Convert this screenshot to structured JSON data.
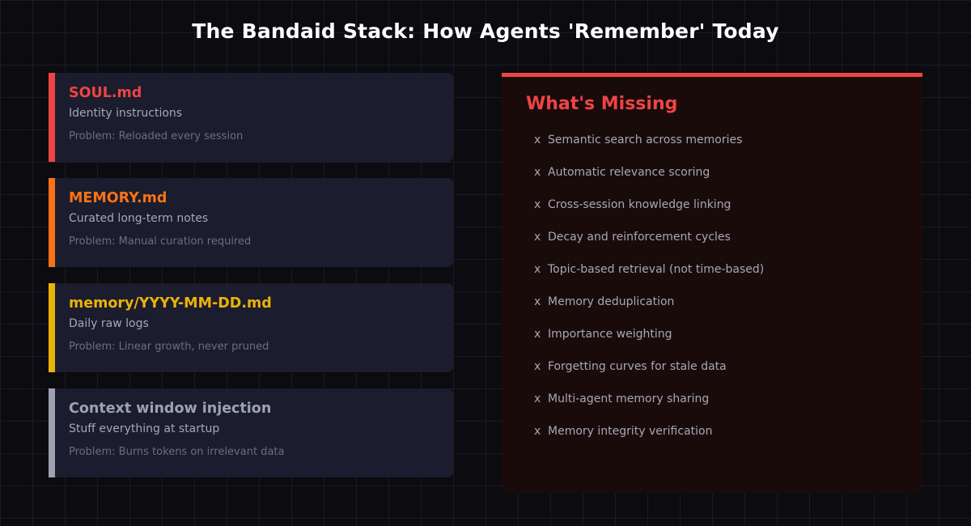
{
  "title": "The Bandaid Stack: How Agents 'Remember' Today",
  "stack": [
    {
      "name": "SOUL.md",
      "description": "Identity instructions",
      "problem": "Problem: Reloaded every session",
      "color": "#ef4444"
    },
    {
      "name": "MEMORY.md",
      "description": "Curated long-term notes",
      "problem": "Problem: Manual curation required",
      "color": "#f97316"
    },
    {
      "name": "memory/YYYY-MM-DD.md",
      "description": "Daily raw logs",
      "problem": "Problem: Linear growth, never pruned",
      "color": "#eab308"
    },
    {
      "name": "Context window injection",
      "description": "Stuff everything at startup",
      "problem": "Problem: Burns tokens on irrelevant data",
      "color": "#9ca3af"
    }
  ],
  "missing": {
    "heading": "What's Missing",
    "accent": "#ef4444",
    "marker": "x",
    "items": [
      "Semantic search across memories",
      "Automatic relevance scoring",
      "Cross-session knowledge linking",
      "Decay and reinforcement cycles",
      "Topic-based retrieval (not time-based)",
      "Memory deduplication",
      "Importance weighting",
      "Forgetting curves for stale data",
      "Multi-agent memory sharing",
      "Memory integrity verification"
    ]
  }
}
